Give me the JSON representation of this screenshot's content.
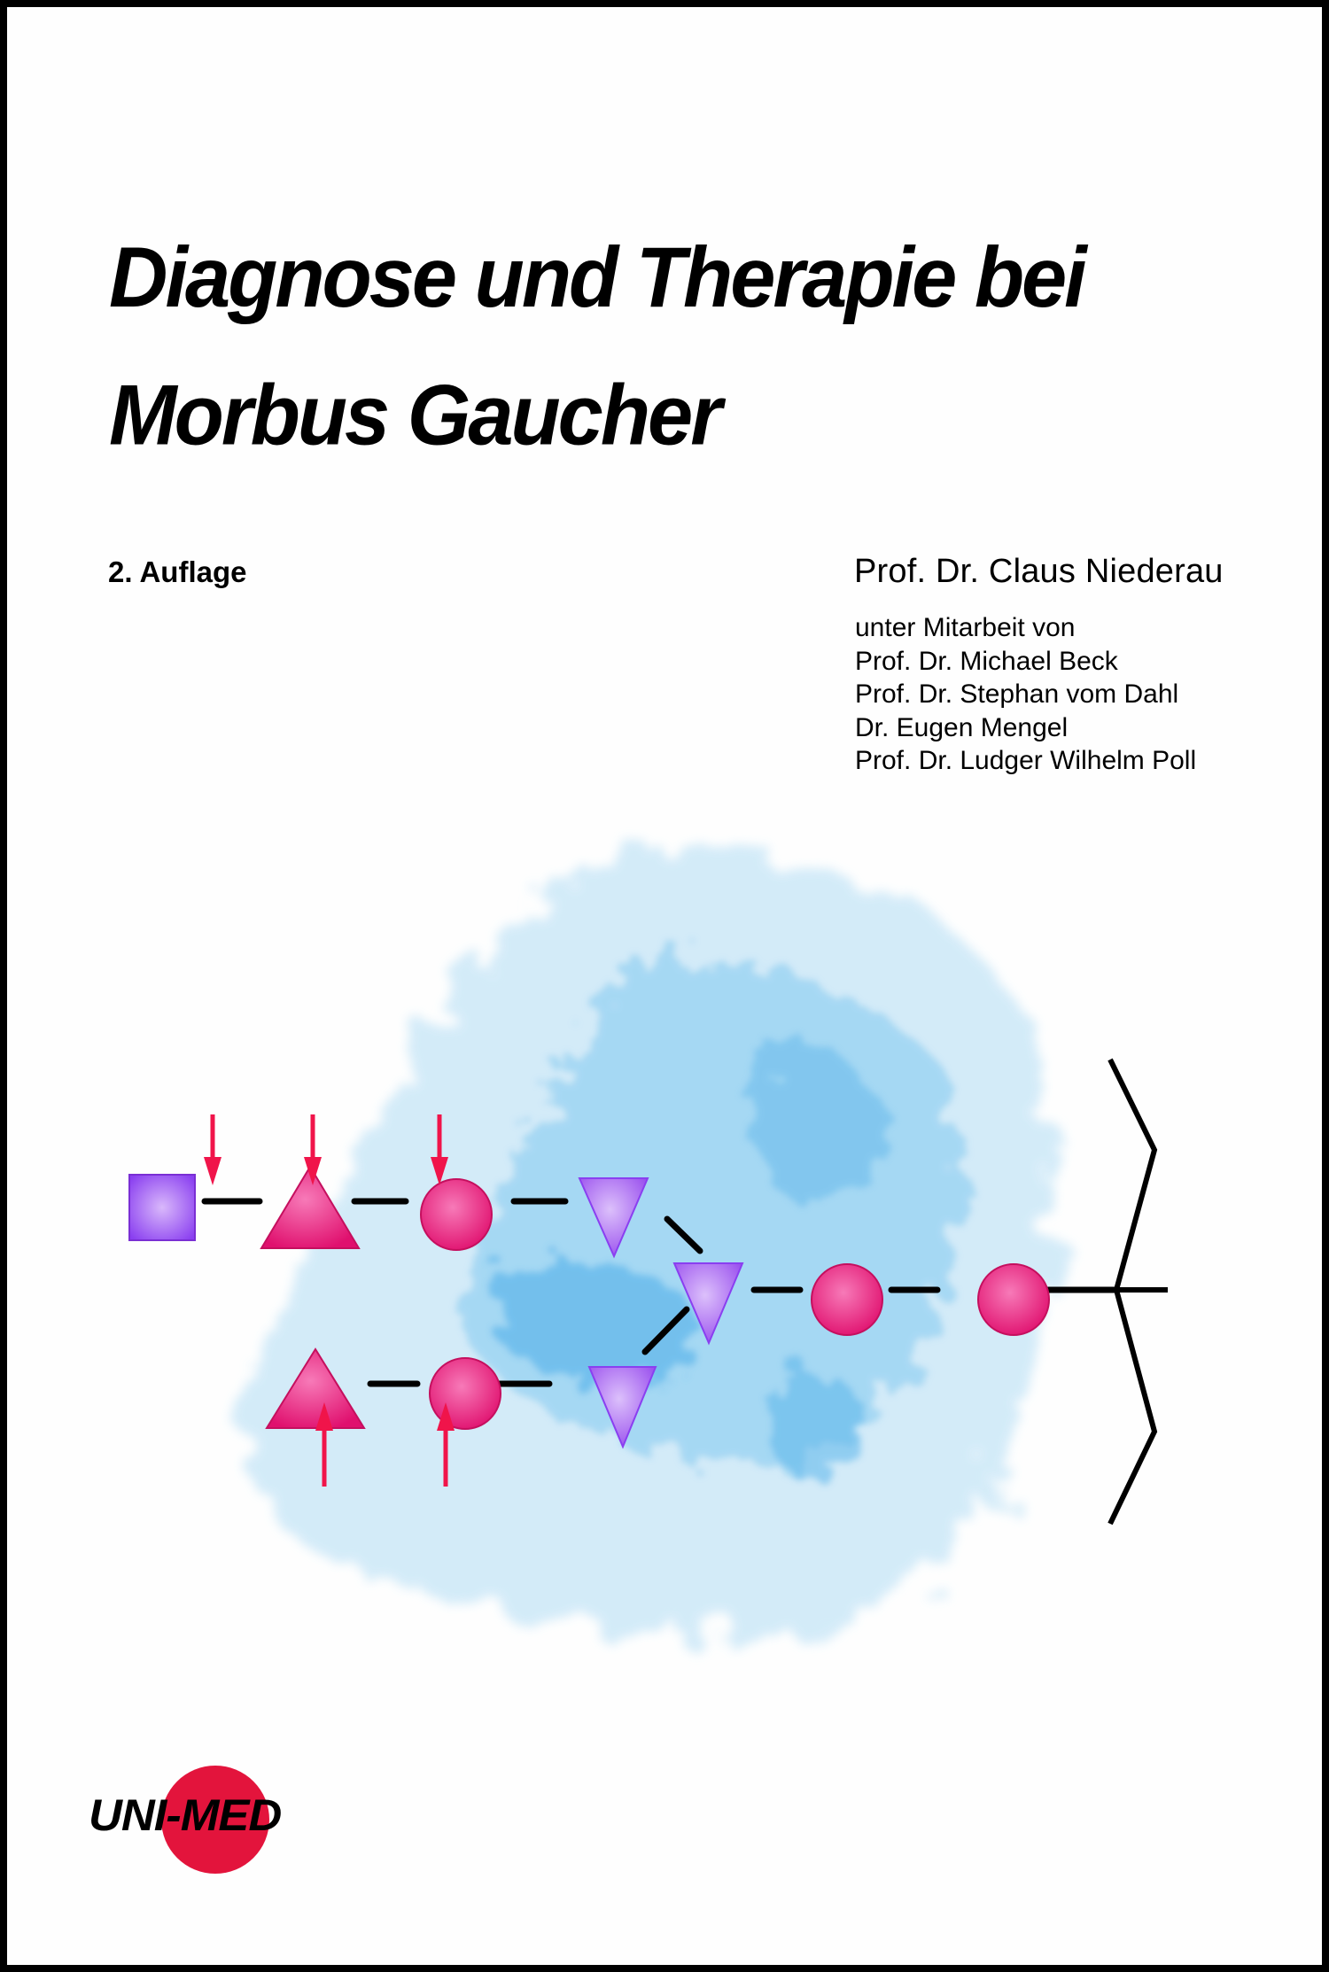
{
  "cover": {
    "title_line1": "Diagnose und Therapie bei",
    "title_line2": "Morbus Gaucher",
    "edition": "2. Auflage",
    "author": "Prof. Dr. Claus Niederau",
    "contributors_intro": "unter Mitarbeit von",
    "contributors": [
      "Prof. Dr. Michael Beck",
      "Prof. Dr. Stephan vom Dahl",
      "Dr. Eugen Mengel",
      "Prof. Dr. Ludger Wilhelm Poll"
    ],
    "publisher": "UNI-MED"
  },
  "colors": {
    "border": "#000000",
    "background": "#fefefe",
    "pink_shape": "#e8237a",
    "purple_shape": "#a35cf0",
    "arrow_red": "#f0144a",
    "cell_blue": "#3aa7e6",
    "logo_red": "#e3143c"
  },
  "illustration": {
    "description": "Glycan chain diagram over blue cell background",
    "shapes": [
      "square",
      "triangle",
      "circle",
      "inverted-triangle",
      "inverted-triangle",
      "circle",
      "circle",
      "triangle",
      "circle",
      "inverted-triangle"
    ],
    "arrows": 5
  }
}
